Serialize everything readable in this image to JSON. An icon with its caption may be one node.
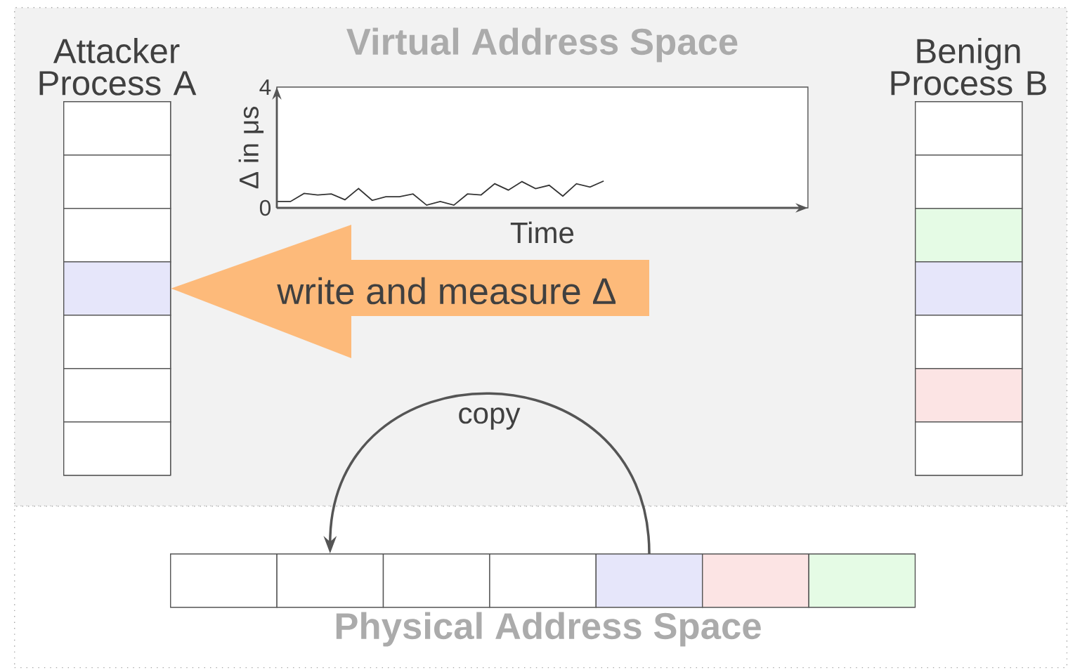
{
  "diagram": {
    "nodes": [
      {
        "text": [
          "Virtual Address Space"
        ]
      },
      {
        "text": [
          "Physical Address Space"
        ]
      },
      {
        "text": [
          "Attacker Process A"
        ],
        "in": 0
      },
      {
        "text": [],
        "shape": "box",
        "in": 2
      },
      {
        "text": [],
        "shape": "box",
        "in": 2
      },
      {
        "text": [],
        "shape": "box",
        "in": 2
      },
      {
        "text": [],
        "shape": "box",
        "in": 2
      },
      {
        "text": [],
        "shape": "box",
        "in": 2
      },
      {
        "text": [],
        "shape": "box",
        "in": 2
      },
      {
        "text": [],
        "shape": "box",
        "in": 2
      },
      {
        "text": [
          "Benign Process B"
        ],
        "in": 0
      },
      {
        "text": [],
        "shape": "box",
        "in": 10
      },
      {
        "text": [],
        "shape": "box",
        "in": 10
      },
      {
        "text": [],
        "shape": "box",
        "in": 10
      },
      {
        "text": [],
        "shape": "box",
        "in": 10
      },
      {
        "text": [],
        "shape": "box",
        "in": 10
      },
      {
        "text": [],
        "shape": "box",
        "in": 10
      },
      {
        "text": [],
        "shape": "box",
        "in": 10
      },
      {
        "text": [],
        "shape": "box",
        "in": 1
      },
      {
        "text": [],
        "shape": "box",
        "in": 1
      },
      {
        "text": [],
        "shape": "box",
        "in": 1
      },
      {
        "text": [],
        "shape": "box",
        "in": 1
      },
      {
        "text": [],
        "shape": "box",
        "in": 1
      },
      {
        "text": [],
        "shape": "box",
        "in": 1
      },
      {
        "text": [],
        "shape": "box",
        "in": 1
      }
    ],
    "edges": [
      {
        "from": null,
        "to": 6,
        "arrow": "to",
        "label": "write and measure Δ",
        "style": "thick",
        "color": "#fdba7a"
      },
      {
        "from": 22,
        "to": 19,
        "arrow": "to",
        "label": "copy"
      }
    ],
    "chart_data": {
      "type": "line",
      "xlabel": "Time",
      "ylabel": "Δ in μs",
      "categories": [
        null,
        null,
        null,
        null,
        null,
        null,
        null,
        null,
        null,
        null,
        null,
        null,
        null,
        null,
        null,
        null,
        null,
        null,
        null,
        null,
        null,
        null,
        null,
        null,
        null
      ],
      "series": [
        {
          "color": "#333333",
          "values": [
            0.21,
            0.21,
            0.48,
            0.43,
            0.46,
            0.27,
            0.64,
            0.25,
            0.37,
            0.37,
            0.46,
            0.09,
            0.21,
            0.09,
            0.46,
            0.43,
            0.8,
            0.59,
            0.87,
            0.64,
            0.75,
            0.39,
            0.8,
            0.69,
            0.89
          ]
        }
      ],
      "ylim": [
        0,
        4
      ],
      "yticks": [
        0,
        4
      ]
    }
  }
}
